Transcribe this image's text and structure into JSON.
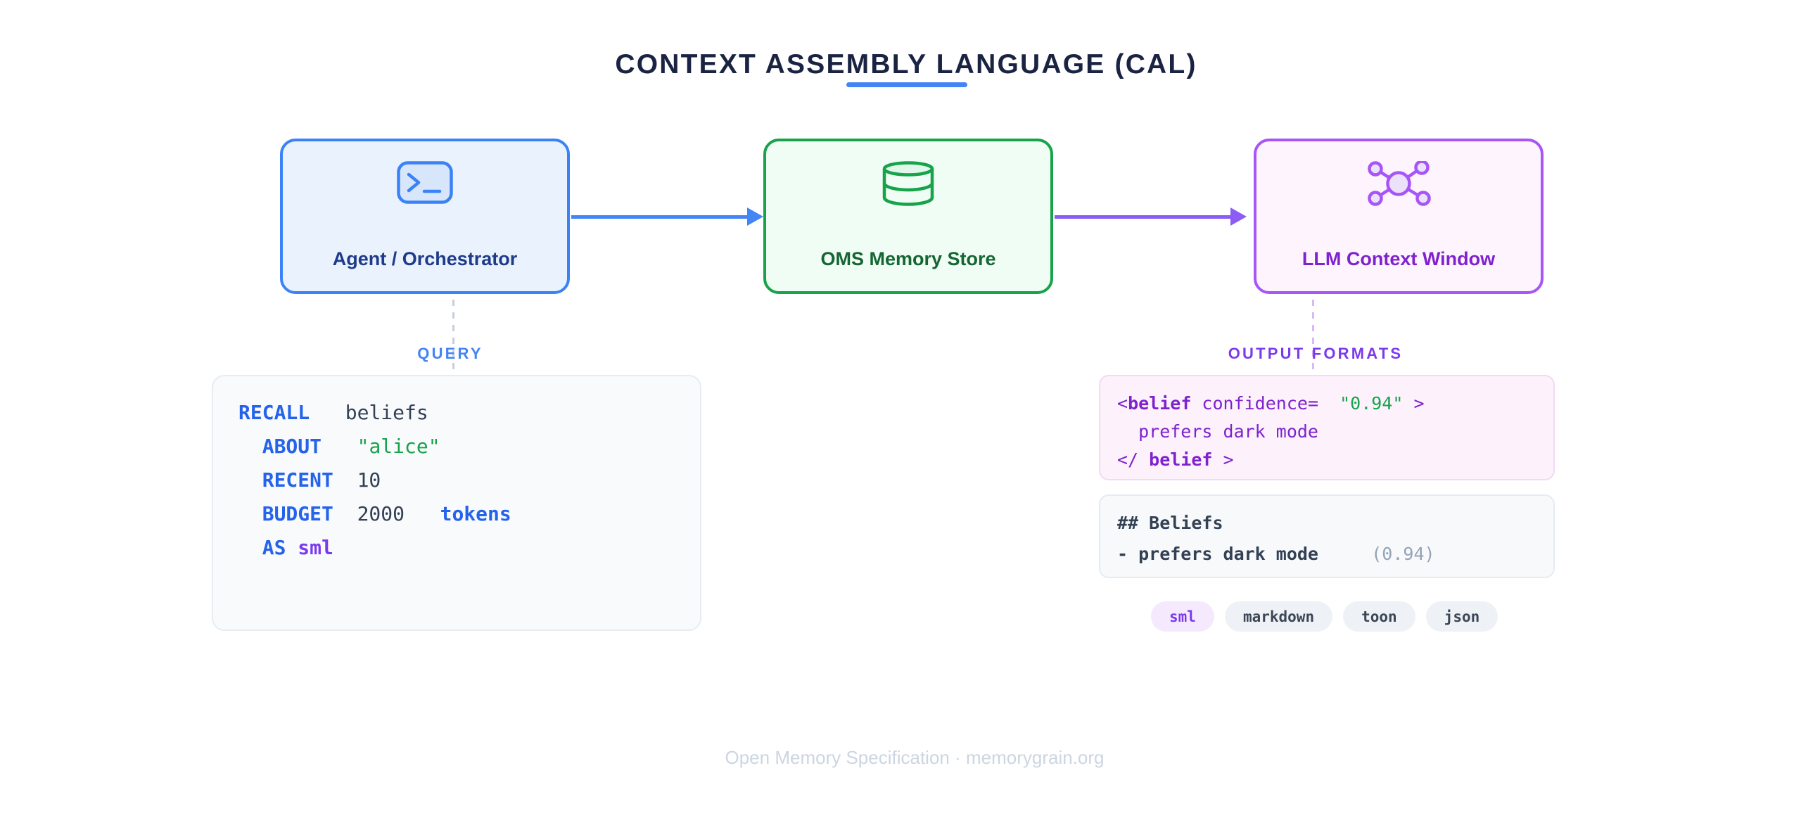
{
  "title": "CONTEXT ASSEMBLY LANGUAGE (CAL)",
  "footer": "Open Memory Specification · memorygrain.org",
  "accents": {
    "blue": "#3b82f6",
    "green": "#16a34a",
    "purple": "#a855f7",
    "violet": "#7c3aed"
  },
  "nodes": {
    "agent": {
      "label": "Agent / Orchestrator",
      "icon": "terminal-icon",
      "accent": "#3b82f6"
    },
    "oms": {
      "label": "OMS Memory Store",
      "icon": "database-icon",
      "accent": "#16a34a"
    },
    "llm": {
      "label": "LLM Context Window",
      "icon": "network-icon",
      "accent": "#a855f7"
    }
  },
  "sections": {
    "query_label": "QUERY",
    "output_label": "OUTPUT FORMATS"
  },
  "query_code": {
    "lines": [
      {
        "segs": [
          {
            "t": "RECALL",
            "c": "kw"
          },
          {
            "t": "   beliefs",
            "c": "val"
          }
        ]
      },
      {
        "segs": [
          {
            "t": "  ABOUT",
            "c": "kw"
          },
          {
            "t": "   \"alice\"",
            "c": "str"
          }
        ]
      },
      {
        "segs": [
          {
            "t": "  RECENT",
            "c": "kw"
          },
          {
            "t": "  10",
            "c": "val"
          }
        ]
      },
      {
        "segs": [
          {
            "t": "  BUDGET",
            "c": "kw"
          },
          {
            "t": "  2000",
            "c": "val"
          },
          {
            "t": "   tokens",
            "c": "kw"
          }
        ]
      },
      {
        "segs": [
          {
            "t": "  AS",
            "c": "kw"
          },
          {
            "t": " sml",
            "c": "fmt"
          }
        ]
      }
    ]
  },
  "sml_output": {
    "lines": [
      {
        "segs": [
          {
            "t": "<",
            "c": "tag"
          },
          {
            "t": "belief",
            "c": "tagb"
          },
          {
            "t": " confidence=",
            "c": "tag"
          },
          {
            "t": "  \"0.94\"",
            "c": "str"
          },
          {
            "t": " >",
            "c": "tag"
          }
        ]
      },
      {
        "segs": [
          {
            "t": "  prefers dark mode",
            "c": "tag"
          }
        ]
      },
      {
        "segs": [
          {
            "t": "</ ",
            "c": "tag"
          },
          {
            "t": "belief",
            "c": "tagb"
          },
          {
            "t": " >",
            "c": "tag"
          }
        ]
      }
    ]
  },
  "markdown_output": {
    "lines": [
      {
        "segs": [
          {
            "t": "## Beliefs",
            "c": "mdb"
          }
        ]
      },
      {
        "segs": [
          {
            "t": "- prefers dark mode",
            "c": "mdb"
          },
          {
            "t": "     (0.94)",
            "c": "dim"
          }
        ]
      }
    ]
  },
  "format_pills": [
    {
      "label": "sml",
      "active": true
    },
    {
      "label": "markdown",
      "active": false
    },
    {
      "label": "toon",
      "active": false
    },
    {
      "label": "json",
      "active": false
    }
  ]
}
